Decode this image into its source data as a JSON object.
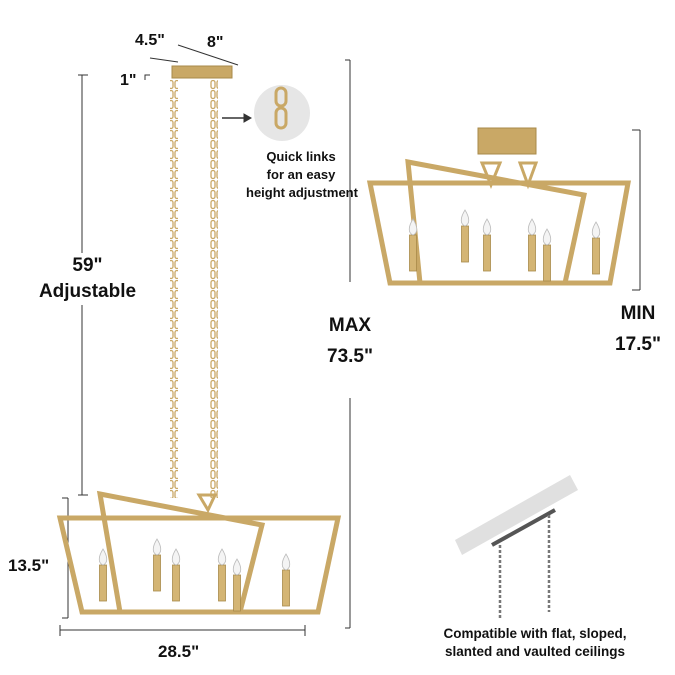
{
  "dimensions": {
    "canopy_width": "4.5\"",
    "canopy_length": "8\"",
    "canopy_height": "1\"",
    "chain_length": "59\"",
    "chain_note": "Adjustable",
    "max_label": "MAX",
    "max_value": "73.5\"",
    "min_label": "MIN",
    "min_value": "17.5\"",
    "fixture_height": "13.5\"",
    "fixture_width": "28.5\""
  },
  "callouts": {
    "quick_links": [
      "Quick links",
      "for an easy",
      "height adjustment"
    ],
    "ceiling_compat": [
      "Compatible with flat, sloped,",
      "slanted and vaulted ceilings"
    ]
  },
  "colors": {
    "gold": "#c9a866",
    "gold_dark": "#a88a4a",
    "line": "#333333"
  }
}
